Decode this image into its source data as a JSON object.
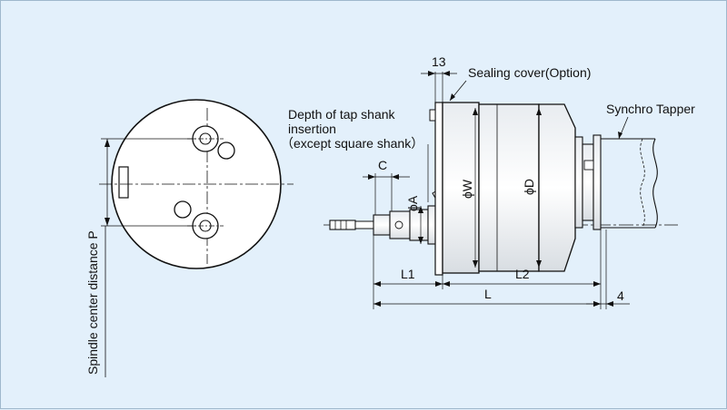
{
  "labels": {
    "dim_13": "13",
    "sealing_cover": "Sealing cover(Option)",
    "depth_line1": "Depth of tap shank",
    "depth_line2": "insertion",
    "depth_line3": "（except square shank）",
    "synchro_tapper": "Synchro Tapper",
    "dim_c": "C",
    "dim_phi_a": "ϕA",
    "dim_phi_w": "ϕW",
    "dim_phi_d": "ϕD",
    "dim_l1": "L1",
    "dim_l2": "L2",
    "dim_l": "L",
    "dim_4": "4",
    "spindle_center": "Spindle center distance P"
  }
}
